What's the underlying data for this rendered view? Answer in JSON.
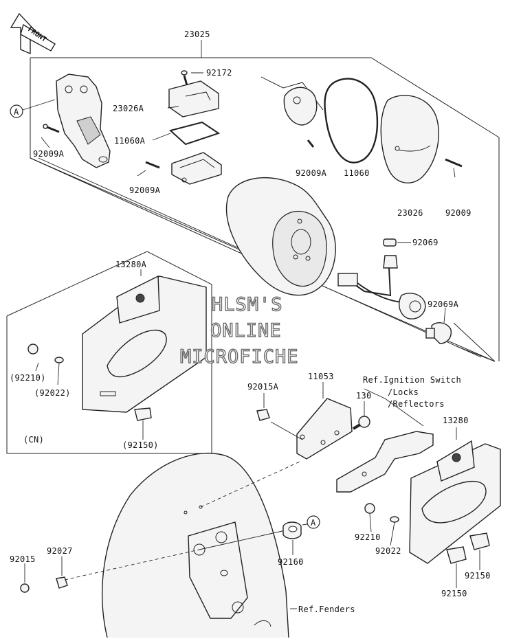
{
  "diagram": {
    "front_arrow": "FRONT",
    "callouts": {
      "circle_a_left": "A",
      "circle_a_right": "A"
    },
    "labels": {
      "p23025": "23025",
      "p92172": "92172",
      "p23026A": "23026A",
      "p11060A": "11060A",
      "p92009A_left": "92009A",
      "p92009A_mid": "92009A",
      "p92009A_right": "92009A",
      "p11060": "11060",
      "p23026": "23026",
      "p92009": "92009",
      "p92069": "92069",
      "p92069A": "92069A",
      "p13280A": "13280A",
      "p92210_cn": "(92210)",
      "p92022_cn": "(92022)",
      "p92150_cn": "(92150)",
      "cn": "(CN)",
      "p92015A": "92015A",
      "p11053": "11053",
      "p130": "130",
      "ref_ignition": "Ref.Ignition Switch",
      "ref_locks": "/Locks",
      "ref_reflectors": "/Reflectors",
      "p13280": "13280",
      "p92210": "92210",
      "p92022": "92022",
      "p92150_a": "92150",
      "p92150_b": "92150",
      "p92160": "92160",
      "p92015": "92015",
      "p92027": "92027",
      "ref_fenders": "Ref.Fenders"
    },
    "watermark": [
      "HLSM'S",
      "ONLINE",
      "MICROFICHE"
    ]
  }
}
